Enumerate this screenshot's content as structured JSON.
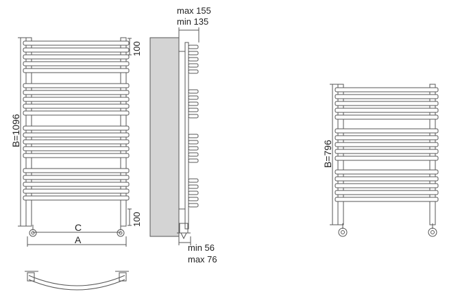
{
  "front_view": {
    "height_label": "B=1096",
    "top_gap_label": "100",
    "bottom_gap_label": "100",
    "inner_width_label": "C",
    "outer_width_label": "A",
    "bar_groups": [
      5,
      5,
      5,
      5
    ]
  },
  "side_view": {
    "depth_max_label": "max 155",
    "depth_min_label": "min 135",
    "wall_offset_min_label": "min 56",
    "wall_offset_max_label": "max 76"
  },
  "small_view": {
    "height_label": "B=796",
    "bar_groups": [
      5,
      5,
      5
    ]
  }
}
